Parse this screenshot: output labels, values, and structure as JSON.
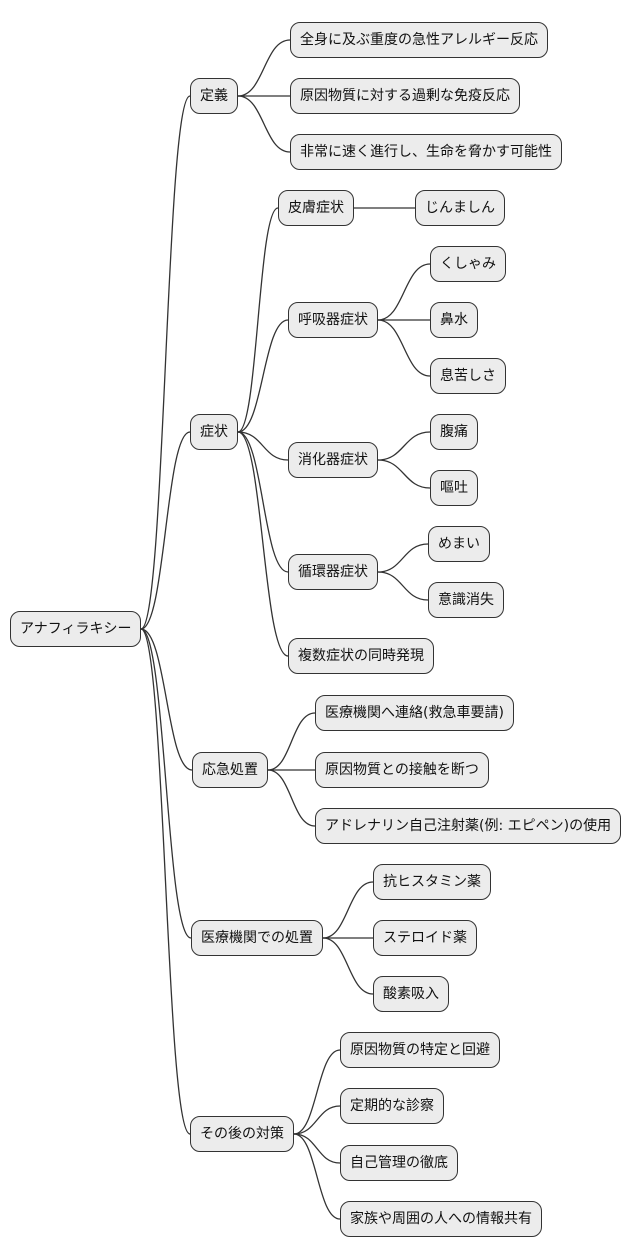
{
  "diagram": {
    "type": "mindmap",
    "topic": "アナフィラキシー",
    "colors": {
      "background": "#ffffff",
      "node_fill": "#ececec",
      "node_border": "#333333",
      "text": "#111111",
      "edge": "#333333"
    },
    "nodes": [
      {
        "id": "root",
        "parent": null,
        "level": 0,
        "label": "アナフィラキシー"
      },
      {
        "id": "teigi",
        "parent": "root",
        "level": 1,
        "label": "定義"
      },
      {
        "id": "teigi-1",
        "parent": "teigi",
        "level": 2,
        "label": "全身に及ぶ重度の急性アレルギー反応"
      },
      {
        "id": "teigi-2",
        "parent": "teigi",
        "level": 2,
        "label": "原因物質に対する過剰な免疫反応"
      },
      {
        "id": "teigi-3",
        "parent": "teigi",
        "level": 2,
        "label": "非常に速く進行し、生命を脅かす可能性"
      },
      {
        "id": "shojo",
        "parent": "root",
        "level": 1,
        "label": "症状"
      },
      {
        "id": "hifu",
        "parent": "shojo",
        "level": 2,
        "label": "皮膚症状"
      },
      {
        "id": "jinmashin",
        "parent": "hifu",
        "level": 3,
        "label": "じんましん"
      },
      {
        "id": "kokyuki",
        "parent": "shojo",
        "level": 2,
        "label": "呼吸器症状"
      },
      {
        "id": "kushami",
        "parent": "kokyuki",
        "level": 3,
        "label": "くしゃみ"
      },
      {
        "id": "hanamizu",
        "parent": "kokyuki",
        "level": 3,
        "label": "鼻水"
      },
      {
        "id": "ikigurushisa",
        "parent": "kokyuki",
        "level": 3,
        "label": "息苦しさ"
      },
      {
        "id": "shokaki",
        "parent": "shojo",
        "level": 2,
        "label": "消化器症状"
      },
      {
        "id": "fukutsu",
        "parent": "shokaki",
        "level": 3,
        "label": "腹痛"
      },
      {
        "id": "oto",
        "parent": "shokaki",
        "level": 3,
        "label": "嘔吐"
      },
      {
        "id": "junkanki",
        "parent": "shojo",
        "level": 2,
        "label": "循環器症状"
      },
      {
        "id": "memai",
        "parent": "junkanki",
        "level": 3,
        "label": "めまい"
      },
      {
        "id": "ishiki",
        "parent": "junkanki",
        "level": 3,
        "label": "意識消失"
      },
      {
        "id": "fukusu",
        "parent": "shojo",
        "level": 2,
        "label": "複数症状の同時発現"
      },
      {
        "id": "okyu",
        "parent": "root",
        "level": 1,
        "label": "応急処置"
      },
      {
        "id": "okyu-1",
        "parent": "okyu",
        "level": 2,
        "label": "医療機関へ連絡(救急車要請)"
      },
      {
        "id": "okyu-2",
        "parent": "okyu",
        "level": 2,
        "label": "原因物質との接触を断つ"
      },
      {
        "id": "okyu-3",
        "parent": "okyu",
        "level": 2,
        "label": "アドレナリン自己注射薬(例: エピペン)の使用"
      },
      {
        "id": "iryo",
        "parent": "root",
        "level": 1,
        "label": "医療機関での処置"
      },
      {
        "id": "iryo-1",
        "parent": "iryo",
        "level": 2,
        "label": "抗ヒスタミン薬"
      },
      {
        "id": "iryo-2",
        "parent": "iryo",
        "level": 2,
        "label": "ステロイド薬"
      },
      {
        "id": "iryo-3",
        "parent": "iryo",
        "level": 2,
        "label": "酸素吸入"
      },
      {
        "id": "sonogo",
        "parent": "root",
        "level": 1,
        "label": "その後の対策"
      },
      {
        "id": "sonogo-1",
        "parent": "sonogo",
        "level": 2,
        "label": "原因物質の特定と回避"
      },
      {
        "id": "sonogo-2",
        "parent": "sonogo",
        "level": 2,
        "label": "定期的な診察"
      },
      {
        "id": "sonogo-3",
        "parent": "sonogo",
        "level": 2,
        "label": "自己管理の徹底"
      },
      {
        "id": "sonogo-4",
        "parent": "sonogo",
        "level": 2,
        "label": "家族や周囲の人への情報共有"
      }
    ]
  }
}
